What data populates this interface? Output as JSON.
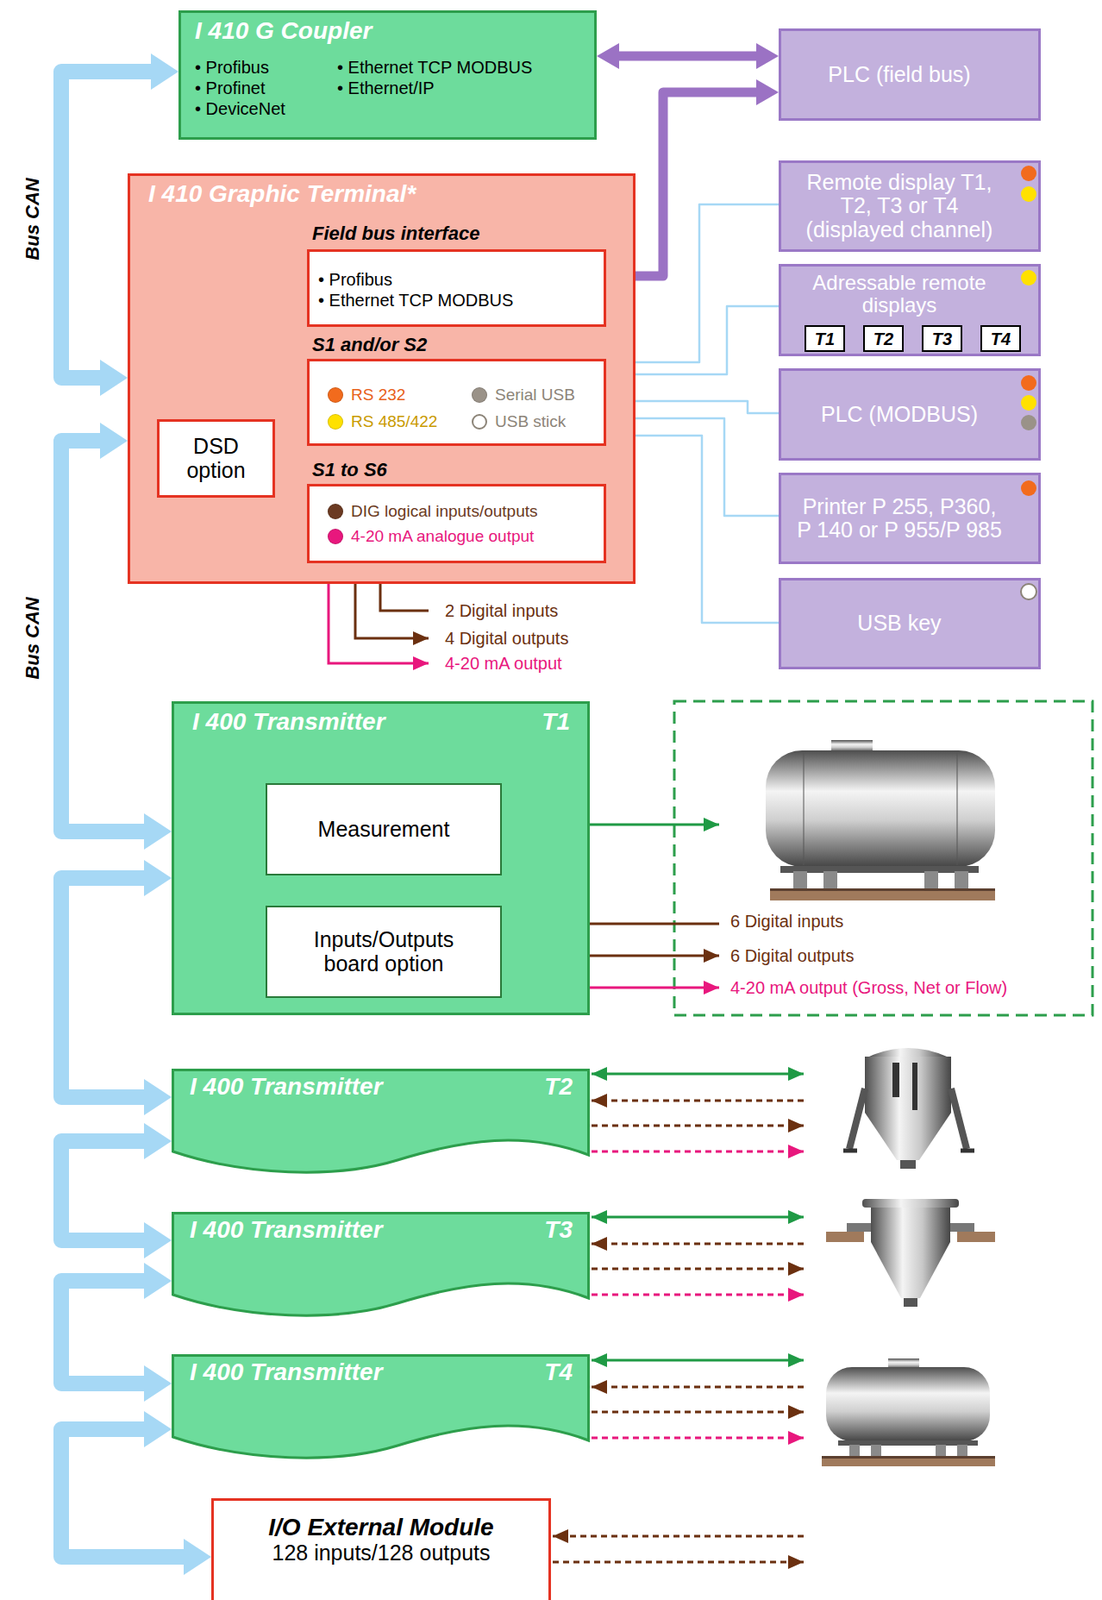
{
  "diagram": {
    "nodes": [
      {
        "text": [
          "I 410 G Coupler",
          "• Profibus",
          "• Profinet",
          "• DeviceNet",
          "• Ethernet TCP MODBUS",
          "• Ethernet/IP"
        ]
      },
      {
        "text": [
          "PLC (field bus)"
        ]
      },
      {
        "text": [
          "I 410 Graphic Terminal*"
        ]
      },
      {
        "text": [
          "Field bus interface",
          "• Profibus",
          "• Ethernet TCP MODBUS"
        ],
        "in": 2
      },
      {
        "text": [
          "S1 and/or S2"
        ],
        "in": 2
      },
      {
        "text": [
          "S1 to S6"
        ],
        "in": 2
      },
      {
        "text": [
          "DSD option"
        ],
        "in": 2
      },
      {
        "text": [
          "Remote display T1, T2, T3 or T4 (displayed channel)"
        ]
      },
      {
        "text": [
          "Adressable remote displays"
        ]
      },
      {
        "text": [
          "T1"
        ],
        "in": 8
      },
      {
        "text": [
          "T2"
        ],
        "in": 8
      },
      {
        "text": [
          "T3"
        ],
        "in": 8
      },
      {
        "text": [
          "T4"
        ],
        "in": 8
      },
      {
        "text": [
          "PLC (MODBUS)"
        ]
      },
      {
        "text": [
          "Printer P 255, P360, P 140 or P 955/P 985"
        ]
      },
      {
        "text": [
          "USB key"
        ]
      },
      {
        "text": [
          "I 400 Transmitter",
          "T1"
        ]
      },
      {
        "text": [
          "Measurement"
        ],
        "in": 16
      },
      {
        "text": [
          "Inputs/Outputs board option"
        ],
        "in": 16
      },
      {
        "text": [
          "I 400 Transmitter",
          "T2"
        ]
      },
      {
        "text": [
          "I 400 Transmitter",
          "T3"
        ]
      },
      {
        "text": [
          "I 400 Transmitter",
          "T4"
        ]
      },
      {
        "text": [
          "I/O External Module",
          "128 inputs/128 outputs"
        ]
      }
    ],
    "edges": [
      {
        "from": 0,
        "to": 2,
        "arrow": "both"
      },
      {
        "from": 2,
        "to": 16,
        "arrow": "both"
      },
      {
        "from": 16,
        "to": 19,
        "arrow": "both"
      },
      {
        "from": 19,
        "to": 20,
        "arrow": "both"
      },
      {
        "from": 20,
        "to": 21,
        "arrow": "both"
      },
      {
        "from": 21,
        "to": 22,
        "arrow": "both"
      },
      {
        "from": 0,
        "to": 1,
        "arrow": "both"
      },
      {
        "from": 3,
        "to": 1,
        "arrow": "both"
      },
      {
        "from": 4,
        "to": 7,
        "arrow": "none"
      },
      {
        "from": 4,
        "to": 8,
        "arrow": "none"
      },
      {
        "from": 4,
        "to": 13,
        "arrow": "none"
      },
      {
        "from": 4,
        "to": 14,
        "arrow": "none"
      },
      {
        "from": 4,
        "to": 15,
        "arrow": "none"
      }
    ],
    "labels": [
      "Bus CAN",
      "Bus CAN",
      "2 Digital inputs",
      "4 Digital outputs",
      "4-20 mA output",
      "6 Digital inputs",
      "6 Digital outputs",
      "4-20 mA output (Gross, Net or Flow)"
    ],
    "legend": [
      {
        "text": "RS 232",
        "color": "#f26b1d"
      },
      {
        "text": "RS 485/422",
        "color": "#ffe100"
      },
      {
        "text": "Serial USB",
        "color": "#9a9288"
      },
      {
        "text": "USB stick",
        "color": "#ffffff"
      },
      {
        "text": "DIG logical inputs/outputs",
        "color": "#6b3a22"
      },
      {
        "text": "4-20 mA analogue output",
        "color": "#e8177d"
      }
    ]
  }
}
